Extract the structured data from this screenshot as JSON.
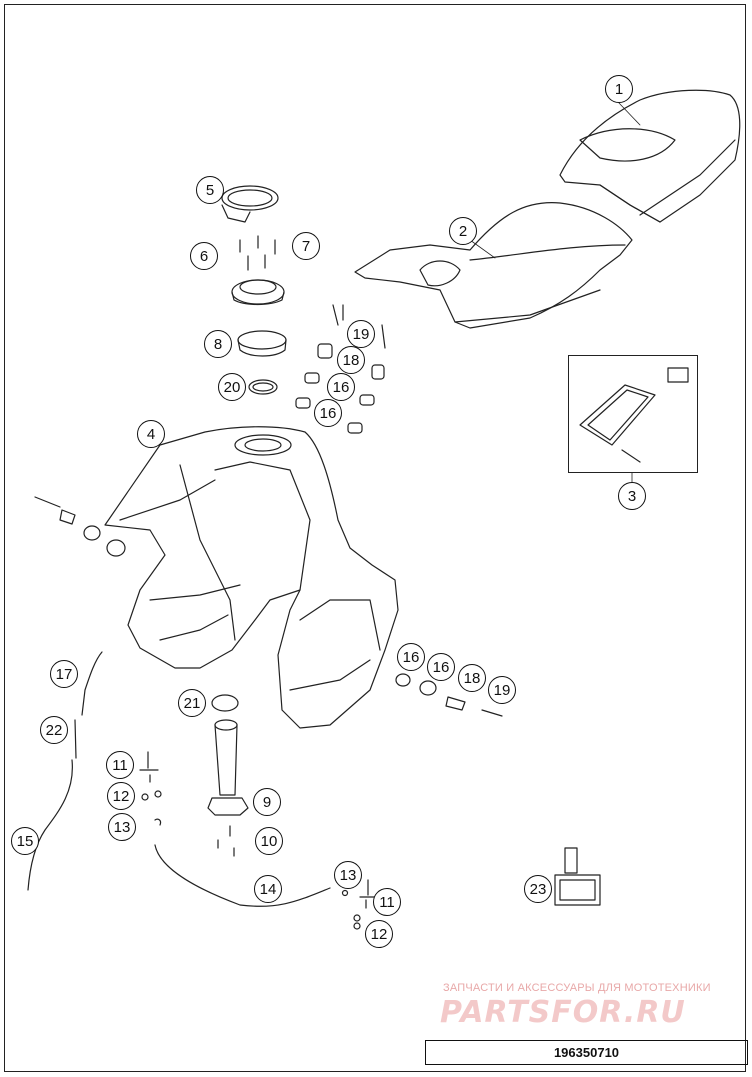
{
  "diagram": {
    "callouts": [
      "1",
      "2",
      "3",
      "4",
      "5",
      "6",
      "7",
      "8",
      "19",
      "18",
      "16",
      "16",
      "20",
      "16",
      "16",
      "18",
      "19",
      "17",
      "22",
      "21",
      "11",
      "9",
      "12",
      "13",
      "10",
      "15",
      "14",
      "13",
      "11",
      "12",
      "23"
    ],
    "part_number": "196350710"
  },
  "watermark": {
    "tagline": "ЗАПЧАСТИ И АКСЕССУАРЫ ДЛЯ МОТОТЕХНИКИ",
    "logo": "PARTSFOR.RU"
  },
  "colors": {
    "line": "#222222",
    "watermark": "#f3c9c9"
  }
}
